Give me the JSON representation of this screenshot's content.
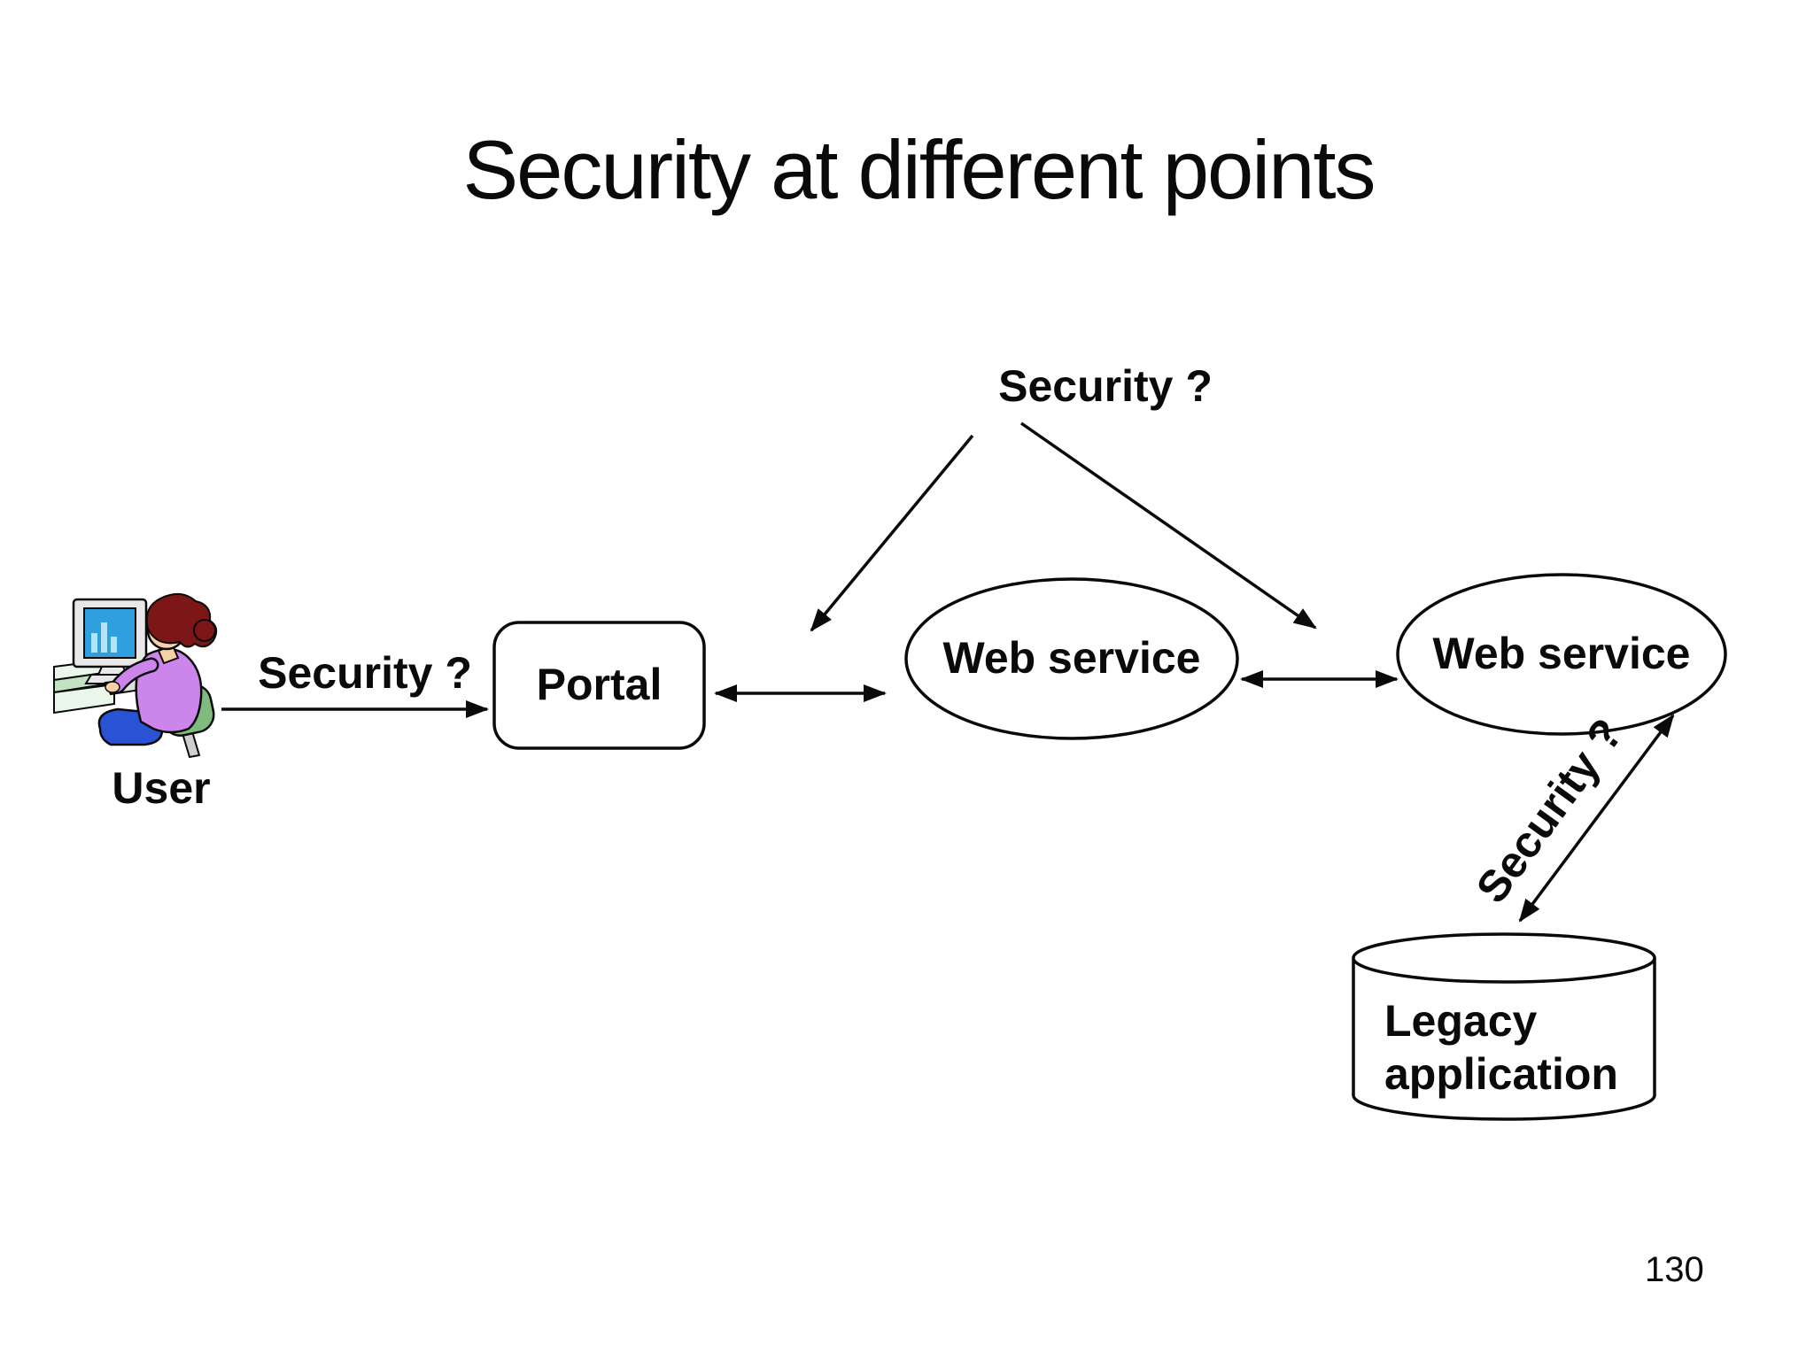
{
  "slide": {
    "title": "Security at different points",
    "page_number": "130"
  },
  "diagram": {
    "user_label": "User",
    "portal_label": "Portal",
    "web_service_1_label": "Web service",
    "web_service_2_label": "Web service",
    "legacy_label": "Legacy\napplication",
    "security_question_top": "Security ?",
    "security_question_user_portal": "Security ?",
    "security_question_legacy": "Security ?"
  },
  "icons": {
    "user_clipart": "person-at-computer-clipart"
  },
  "colors": {
    "ink": "#0a0a0a",
    "screen-blue": "#2f9fe0",
    "screen-bar": "#b5e3f7",
    "hair": "#7d1616",
    "skin": "#f7d0a6",
    "shirt": "#cc85ea",
    "pants": "#2a52d4",
    "chair": "#7fbb7f",
    "chair-post": "#cfcfcf",
    "desk": "#c2e3c2",
    "desk-light": "#e9f6e9",
    "metal": "#e8e8e8",
    "keyboard": "#e0e0e0"
  }
}
